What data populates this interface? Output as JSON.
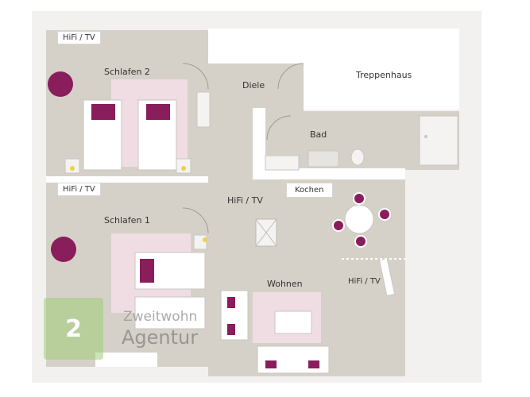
{
  "rooms": {
    "schlafen2": "Schlafen 2",
    "diele": "Diele",
    "treppenhaus": "Treppenhaus",
    "bad": "Bad",
    "kochen": "Kochen",
    "schlafen1": "Schlafen 1",
    "wohnen": "Wohnen"
  },
  "tags": {
    "hifi_schlafen2": "HiFi / TV",
    "hifi_schlafen1": "HiFi / TV",
    "hifi_diele": "HiFi / TV",
    "hifi_wohnen": "HiFi / TV"
  },
  "watermark": {
    "badge": "2",
    "line1": "Zweitwohn",
    "line2": "Agentur"
  },
  "colors": {
    "floor": "#d6d1c8",
    "wall": "#ffffff",
    "accent": "#8a1d5b",
    "rug": "#f0dde3"
  }
}
